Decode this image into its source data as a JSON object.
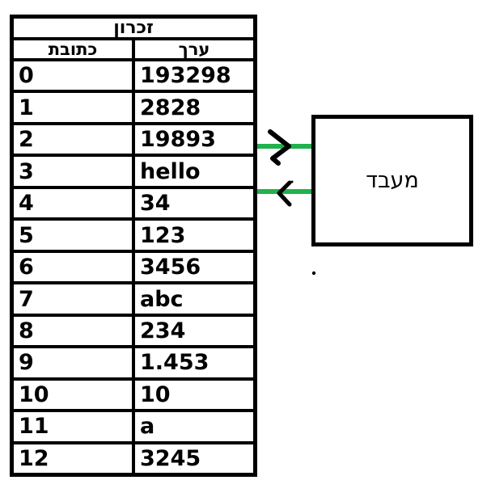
{
  "memory": {
    "title": "זכרון",
    "columns": {
      "address": "כתובת",
      "value": "ערך"
    },
    "rows": [
      {
        "address": "0",
        "value": "193298"
      },
      {
        "address": "1",
        "value": "2828"
      },
      {
        "address": "2",
        "value": "19893"
      },
      {
        "address": "3",
        "value": "hello"
      },
      {
        "address": "4",
        "value": "34"
      },
      {
        "address": "5",
        "value": "123"
      },
      {
        "address": "6",
        "value": "3456"
      },
      {
        "address": "7",
        "value": "abc"
      },
      {
        "address": "8",
        "value": "234"
      },
      {
        "address": "9",
        "value": "1.453"
      },
      {
        "address": "10",
        "value": "10"
      },
      {
        "address": "11",
        "value": "a"
      },
      {
        "address": "12",
        "value": "3245"
      }
    ]
  },
  "processor": {
    "label": "מעבד"
  },
  "colors": {
    "bus_green": "#22B14C",
    "outline_black": "#000000"
  }
}
